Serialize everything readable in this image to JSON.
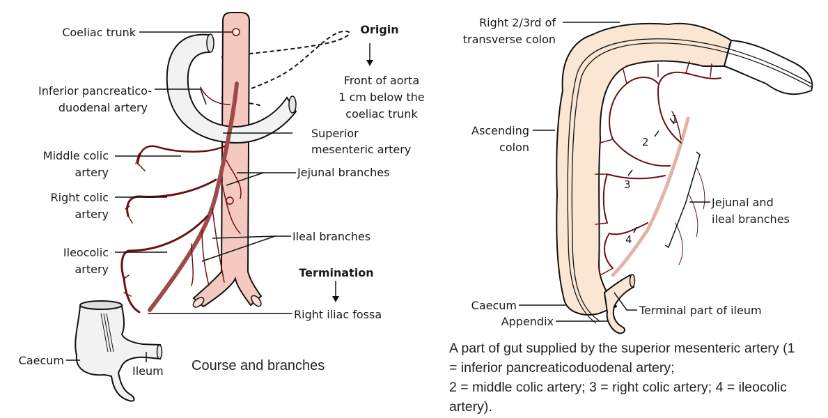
{
  "left_figure": {
    "title": "Course and branches",
    "labels": {
      "coeliac_trunk": "Coeliac trunk",
      "inf_pd_1": "Inferior pancreatico-",
      "inf_pd_2": "duodenal artery",
      "middle_colic_1": "Middle colic",
      "middle_colic_2": "artery",
      "right_colic_1": "Right colic",
      "right_colic_2": "artery",
      "ileocolic_1": "Ileocolic",
      "ileocolic_2": "artery",
      "caecum": "Caecum",
      "ileum": "Ileum",
      "sma_1": "Superior",
      "sma_2": "mesenteric artery",
      "jejunal": "Jejunal branches",
      "ileal": "Ileal branches",
      "right_iliac": "Right iliac fossa"
    },
    "origin": {
      "heading": "Origin",
      "line1": "Front of aorta",
      "line2": "1 cm below the",
      "line3": "coeliac trunk"
    },
    "termination": {
      "heading": "Termination"
    }
  },
  "right_figure": {
    "labels": {
      "transverse_1": "Right 2/3rd of",
      "transverse_2": "transverse colon",
      "ascending_1": "Ascending",
      "ascending_2": "colon",
      "jejunal_ileal_1": "Jejunal and",
      "jejunal_ileal_2": "ileal branches",
      "caecum": "Caecum",
      "appendix": "Appendix",
      "terminal_ileum": "Terminal part of ileum"
    },
    "numbers": [
      "1",
      "2",
      "3",
      "4"
    ],
    "caption_lines": [
      "A part of gut supplied by the superior mesenteric artery (1",
      "= inferior pancreaticoduodenal artery;",
      "2 = middle colic artery; 3 = right colic artery; 4 = ileocolic",
      "artery)."
    ]
  },
  "colors": {
    "aorta": "#f6c9c0",
    "artery": "#6b1010",
    "colon": "#fbe6d3",
    "duodenum": "#f2f2f2"
  }
}
